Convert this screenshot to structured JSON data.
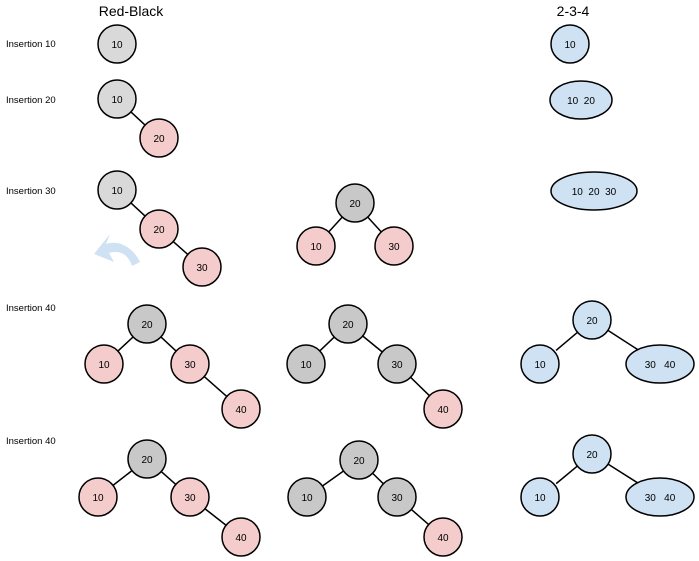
{
  "headers": {
    "red_black": "Red-Black",
    "two_three_four": "2-3-4"
  },
  "colors": {
    "red_node": "#f4cccc",
    "black_node": "#c8c8c8",
    "initial_node": "#d9d9d9",
    "two_three_four_node": "#cfe2f3",
    "rotation_arrow": "#cfe2f3",
    "stroke": "#000000"
  },
  "rows": [
    {
      "label": "Insertion 10",
      "red_black": [
        {
          "type": "tree",
          "nodes": [
            {
              "id": "a",
              "text": "10",
              "color": "initial"
            }
          ],
          "edges": []
        }
      ],
      "two_three_four": {
        "nodes": [
          {
            "id": "a",
            "text": "10"
          }
        ],
        "edges": []
      }
    },
    {
      "label": "Insertion 20",
      "red_black": [
        {
          "type": "tree",
          "nodes": [
            {
              "id": "a",
              "text": "10",
              "color": "initial"
            },
            {
              "id": "b",
              "text": "20",
              "color": "red"
            }
          ],
          "edges": [
            [
              "a",
              "b"
            ]
          ]
        }
      ],
      "two_three_four": {
        "nodes": [
          {
            "id": "a",
            "text": "10  20"
          }
        ],
        "edges": []
      }
    },
    {
      "label": "Insertion 30",
      "red_black": [
        {
          "type": "tree",
          "nodes": [
            {
              "id": "a",
              "text": "10",
              "color": "initial"
            },
            {
              "id": "b",
              "text": "20",
              "color": "red"
            },
            {
              "id": "c",
              "text": "30",
              "color": "red"
            }
          ],
          "edges": [
            [
              "a",
              "b"
            ],
            [
              "b",
              "c"
            ]
          ]
        },
        {
          "type": "rotation-arrow",
          "icon": "rotate-left-arrow-icon"
        },
        {
          "type": "tree",
          "nodes": [
            {
              "id": "r",
              "text": "20",
              "color": "black"
            },
            {
              "id": "l",
              "text": "10",
              "color": "red"
            },
            {
              "id": "rr",
              "text": "30",
              "color": "red"
            }
          ],
          "edges": [
            [
              "r",
              "l"
            ],
            [
              "r",
              "rr"
            ]
          ]
        }
      ],
      "two_three_four": {
        "nodes": [
          {
            "id": "a",
            "text": "10  20  30"
          }
        ],
        "edges": []
      }
    },
    {
      "label": "Insertion 40",
      "red_black": [
        {
          "type": "tree",
          "nodes": [
            {
              "id": "r",
              "text": "20",
              "color": "black"
            },
            {
              "id": "l",
              "text": "10",
              "color": "red"
            },
            {
              "id": "m",
              "text": "30",
              "color": "red"
            },
            {
              "id": "n",
              "text": "40",
              "color": "red"
            }
          ],
          "edges": [
            [
              "r",
              "l"
            ],
            [
              "r",
              "m"
            ],
            [
              "m",
              "n"
            ]
          ]
        },
        {
          "type": "tree",
          "nodes": [
            {
              "id": "r",
              "text": "20",
              "color": "black"
            },
            {
              "id": "l",
              "text": "10",
              "color": "black"
            },
            {
              "id": "m",
              "text": "30",
              "color": "black"
            },
            {
              "id": "n",
              "text": "40",
              "color": "red"
            }
          ],
          "edges": [
            [
              "r",
              "l"
            ],
            [
              "r",
              "m"
            ],
            [
              "m",
              "n"
            ]
          ]
        }
      ],
      "two_three_four": {
        "nodes": [
          {
            "id": "r",
            "text": "20"
          },
          {
            "id": "l",
            "text": "10"
          },
          {
            "id": "m",
            "text": "30   40"
          }
        ],
        "edges": [
          [
            "r",
            "l"
          ],
          [
            "r",
            "m"
          ]
        ]
      }
    },
    {
      "label": "Insertion 40",
      "red_black": [
        {
          "type": "tree",
          "nodes": [
            {
              "id": "r",
              "text": "20",
              "color": "black"
            },
            {
              "id": "l",
              "text": "10",
              "color": "red"
            },
            {
              "id": "m",
              "text": "30",
              "color": "red"
            },
            {
              "id": "n",
              "text": "40",
              "color": "red"
            }
          ],
          "edges": [
            [
              "r",
              "l"
            ],
            [
              "r",
              "m"
            ],
            [
              "m",
              "n"
            ]
          ]
        },
        {
          "type": "tree",
          "nodes": [
            {
              "id": "r",
              "text": "20",
              "color": "black"
            },
            {
              "id": "l",
              "text": "10",
              "color": "black"
            },
            {
              "id": "m",
              "text": "30",
              "color": "black"
            },
            {
              "id": "n",
              "text": "40",
              "color": "red"
            }
          ],
          "edges": [
            [
              "r",
              "l"
            ],
            [
              "r",
              "m"
            ],
            [
              "m",
              "n"
            ]
          ]
        }
      ],
      "two_three_four": {
        "nodes": [
          {
            "id": "r",
            "text": "20"
          },
          {
            "id": "l",
            "text": "10"
          },
          {
            "id": "m",
            "text": "30   40"
          }
        ],
        "edges": [
          [
            "r",
            "l"
          ],
          [
            "r",
            "m"
          ]
        ]
      }
    }
  ]
}
